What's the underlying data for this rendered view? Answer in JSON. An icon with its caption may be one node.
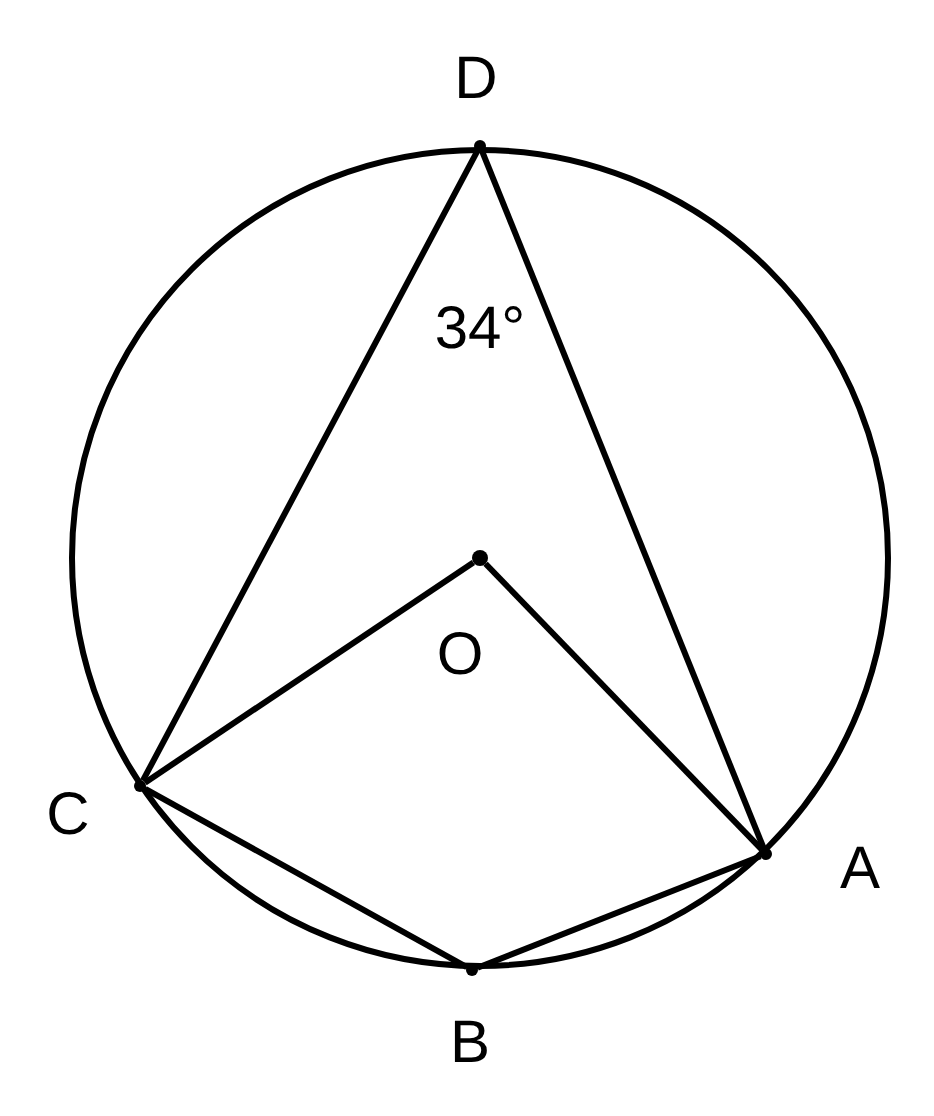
{
  "diagram": {
    "nodes": [
      {
        "text": [],
        "shape": "point",
        "beside": [
          "D"
        ]
      },
      {
        "text": [],
        "shape": "point",
        "beside": [
          "O"
        ]
      },
      {
        "text": [],
        "shape": "point",
        "beside": [
          "C"
        ]
      },
      {
        "text": [],
        "shape": "point",
        "beside": [
          "A"
        ]
      },
      {
        "text": [],
        "shape": "point",
        "beside": [
          "B"
        ]
      }
    ],
    "edges": [
      {
        "from": 0,
        "to": 2,
        "arrow": "none"
      },
      {
        "from": 0,
        "to": 3,
        "arrow": "none"
      },
      {
        "from": 1,
        "to": 2,
        "arrow": "none"
      },
      {
        "from": 1,
        "to": 3,
        "arrow": "none"
      },
      {
        "from": 2,
        "to": 4,
        "arrow": "none"
      },
      {
        "from": 4,
        "to": 3,
        "arrow": "none"
      }
    ],
    "labels": [
      "34°"
    ]
  }
}
